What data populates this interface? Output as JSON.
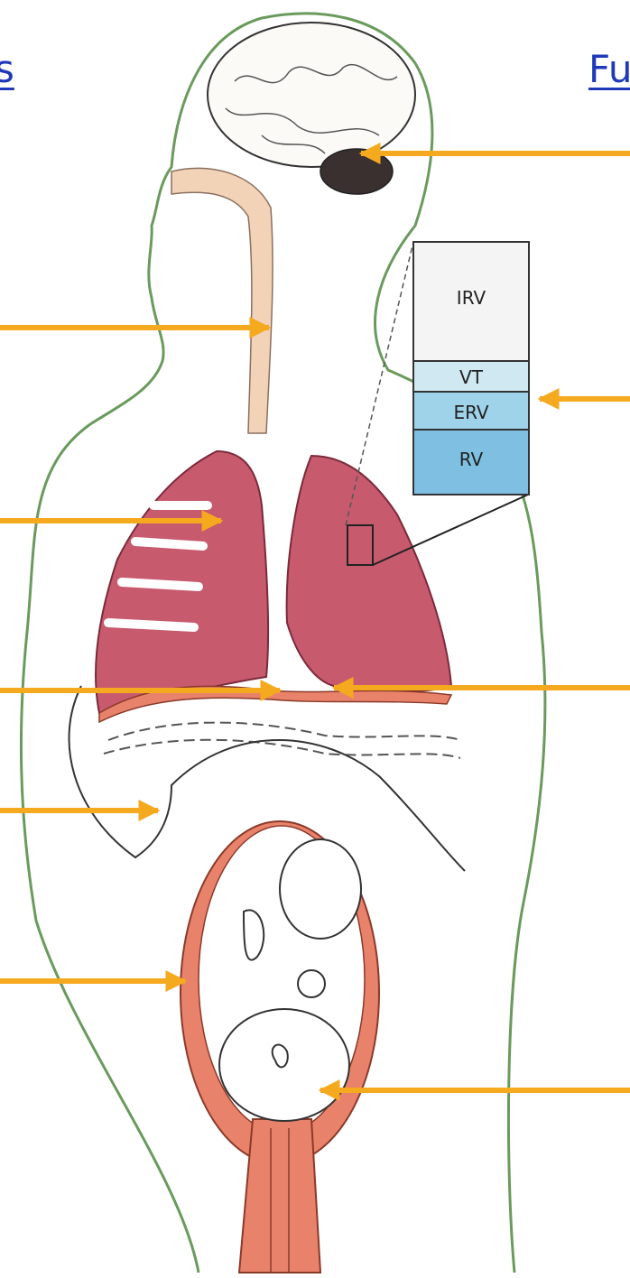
{
  "headings": {
    "left": "s",
    "right": "Fu"
  },
  "lung_volumes": {
    "irv": "IRV",
    "vt": "VT",
    "erv": "ERV",
    "rv": "RV"
  },
  "colors": {
    "arrow": "#f5a91f",
    "heading": "#1f3ab8",
    "lung": "#c85a6e",
    "trachea": "#f2d3b8",
    "uterus": "#e9826a",
    "body_outline": "#6a9a5c",
    "irv_fill": "#f4f4f4",
    "vt_fill": "#cfe8f2",
    "erv_fill": "#9fd3ea",
    "rv_fill": "#7fc0e2"
  }
}
